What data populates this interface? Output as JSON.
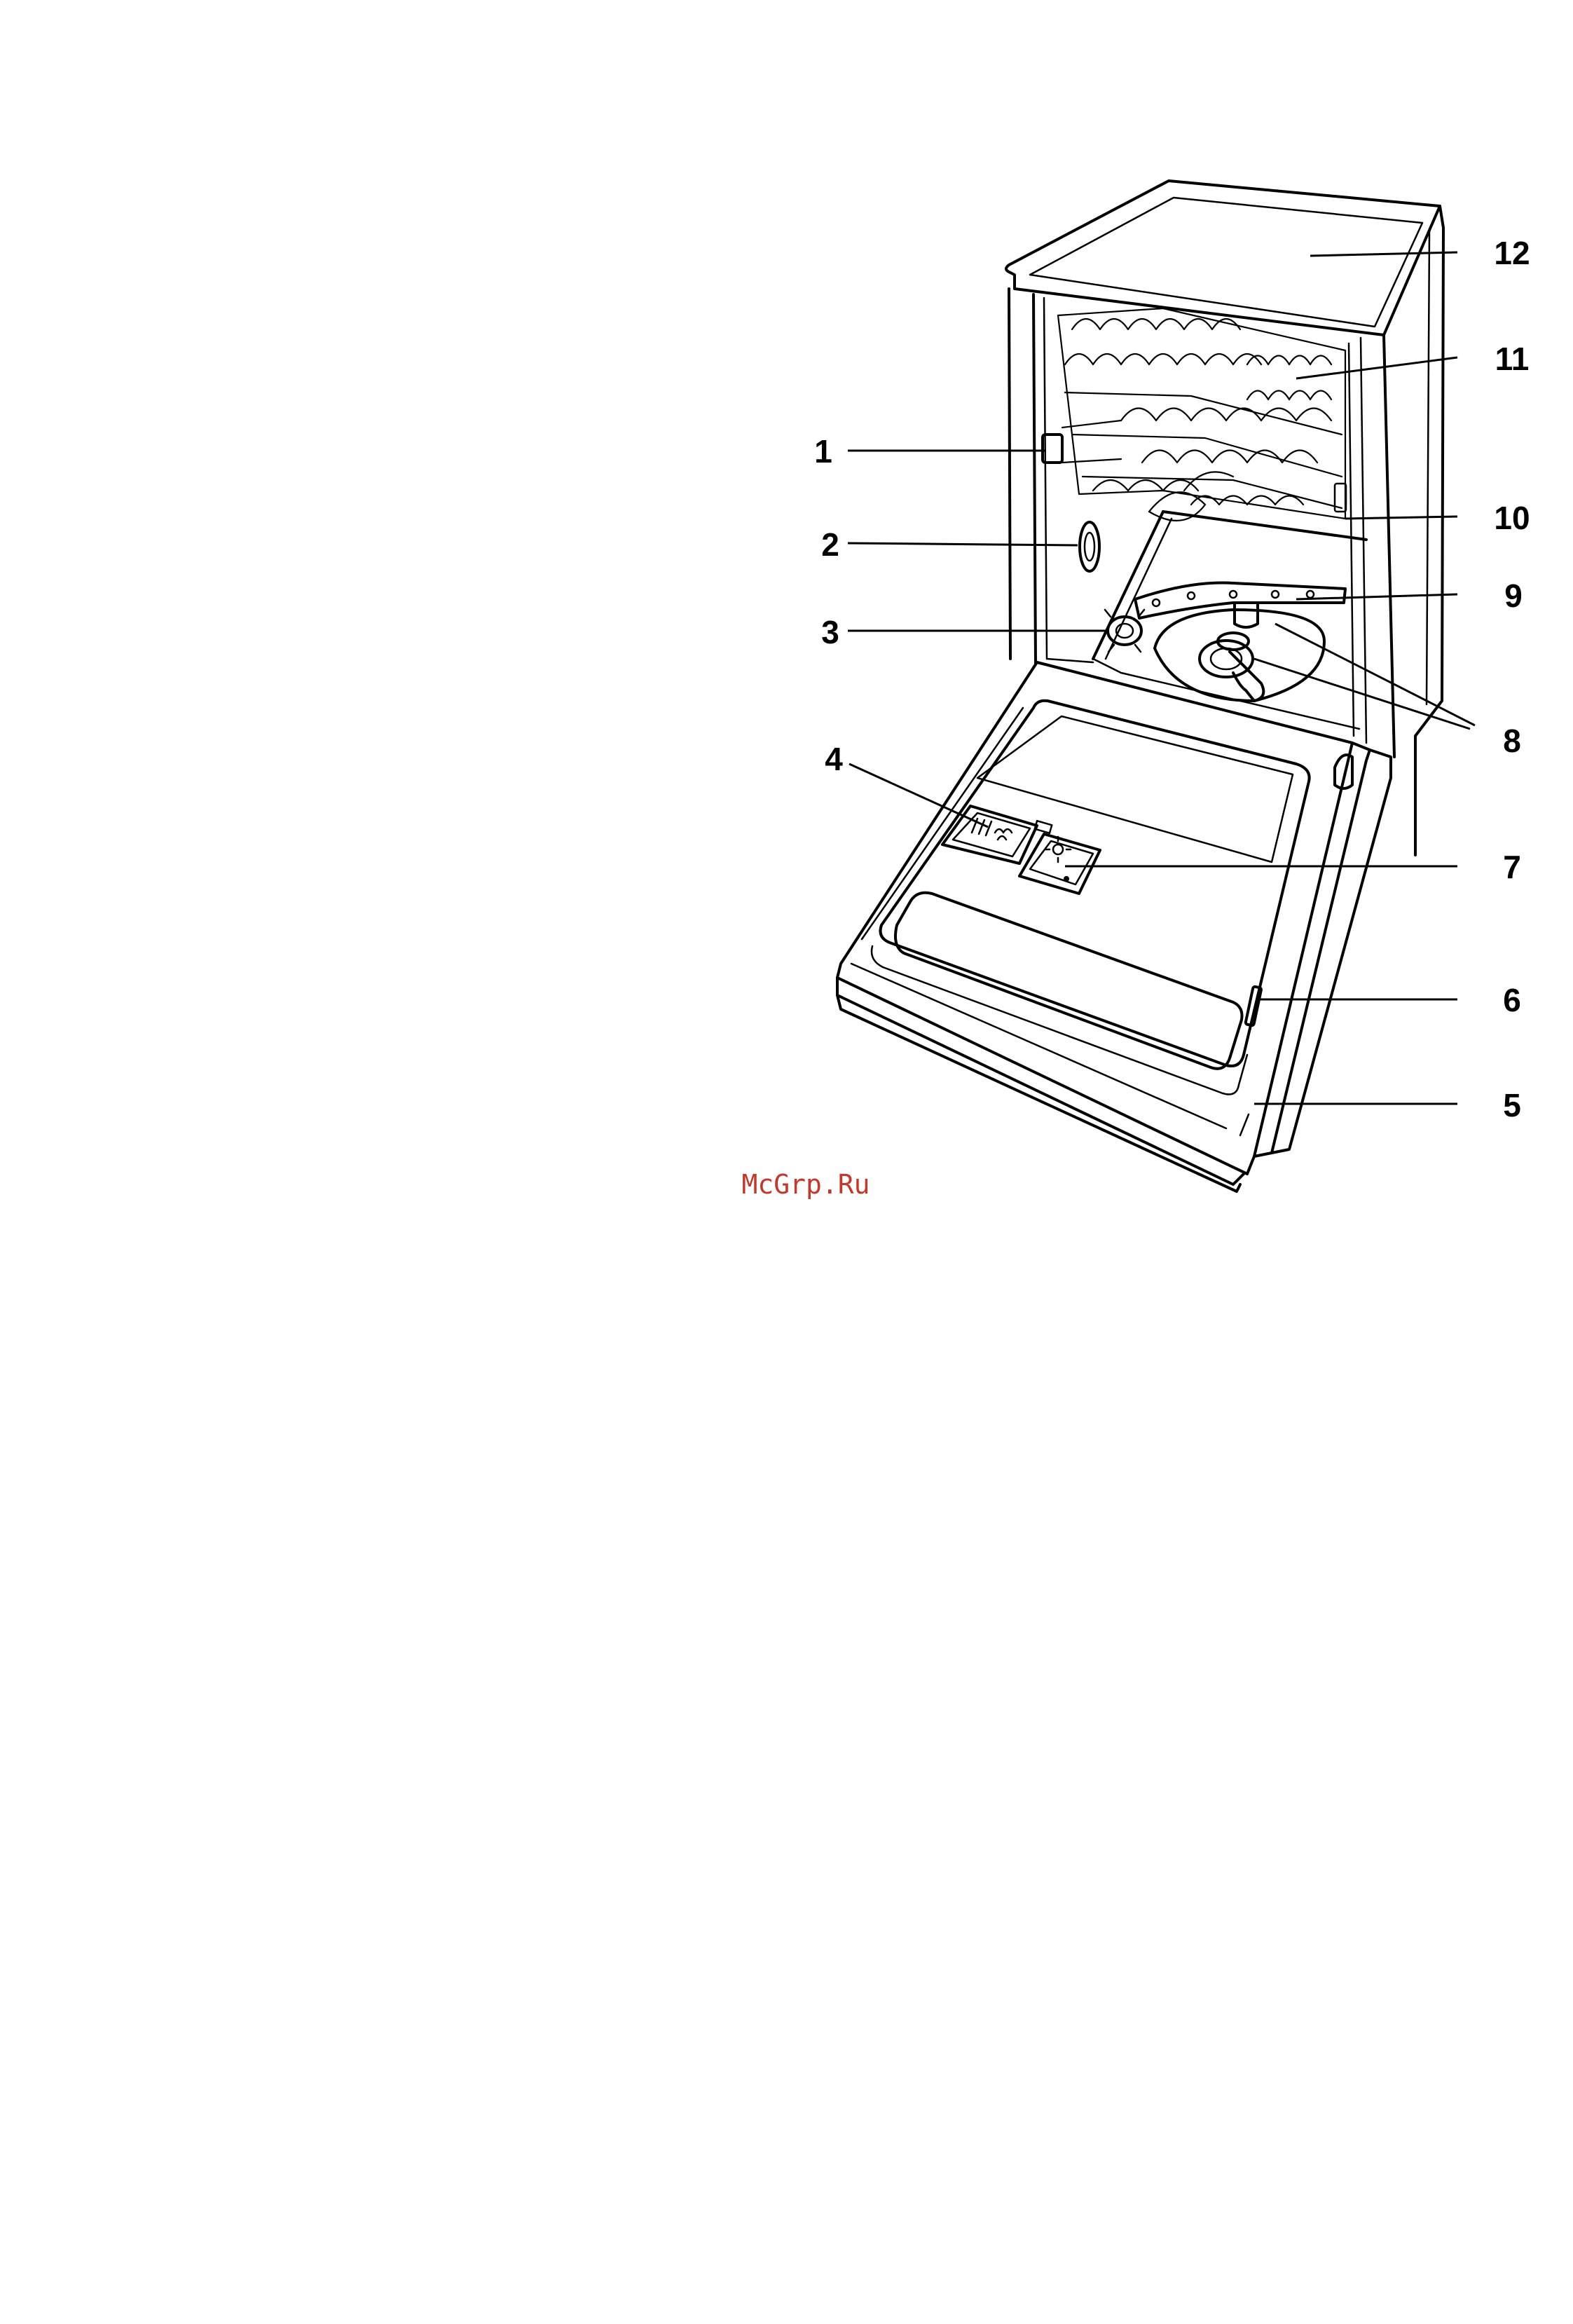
{
  "callouts": [
    {
      "id": "1",
      "label": "1"
    },
    {
      "id": "2",
      "label": "2"
    },
    {
      "id": "3",
      "label": "3"
    },
    {
      "id": "4",
      "label": "4"
    },
    {
      "id": "5",
      "label": "5"
    },
    {
      "id": "6",
      "label": "6"
    },
    {
      "id": "7",
      "label": "7"
    },
    {
      "id": "8",
      "label": "8"
    },
    {
      "id": "9",
      "label": "9"
    },
    {
      "id": "10",
      "label": "10"
    },
    {
      "id": "11",
      "label": "11"
    },
    {
      "id": "12",
      "label": "12"
    }
  ],
  "watermark": "McGrp.Ru",
  "colors": {
    "line": "#000000",
    "background": "#ffffff",
    "watermark": "#c0392b"
  }
}
